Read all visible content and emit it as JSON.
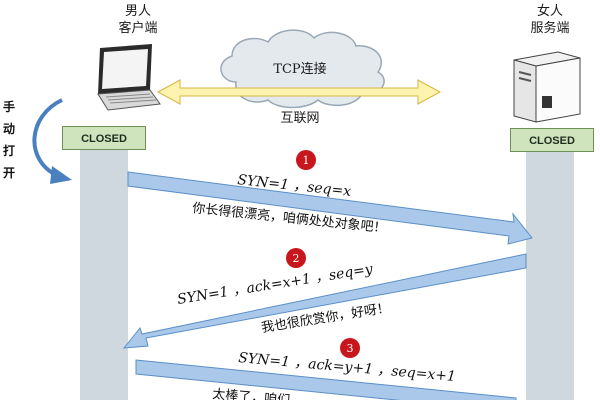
{
  "nodes": {
    "client": {
      "line1": "男人",
      "line2": "客户端",
      "state": "CLOSED"
    },
    "server": {
      "line1": "女人",
      "line2": "服务端",
      "state": "CLOSED"
    }
  },
  "network": {
    "cloud_label": "TCP连接",
    "internet_label": "互联网"
  },
  "side_note": [
    "手",
    "动",
    "打",
    "开"
  ],
  "steps": [
    {
      "number": "1",
      "packet": "SYN=1 ，seq=x",
      "message": "你长得很漂亮，咱俩处处对象吧！",
      "direction": "client-to-server"
    },
    {
      "number": "2",
      "packet": "SYN=1 ，ack=x+1 ，seq=y",
      "message": "我也很欣赏你，好呀！",
      "direction": "server-to-client"
    },
    {
      "number": "3",
      "packet": "SYN=1 ，ack=y+1 ，seq=x+1",
      "message": "太棒了，咱们",
      "direction": "client-to-server"
    }
  ],
  "colors": {
    "arrow_fill": "#a9c8ea",
    "arrow_stroke": "#5b8fc6",
    "badge": "#c8161d",
    "state_fill": "#cfe3bd",
    "lane": "#cfd7df",
    "cloud_fill": "#e4e9ee",
    "side_arrow": "#4a7fc0"
  }
}
